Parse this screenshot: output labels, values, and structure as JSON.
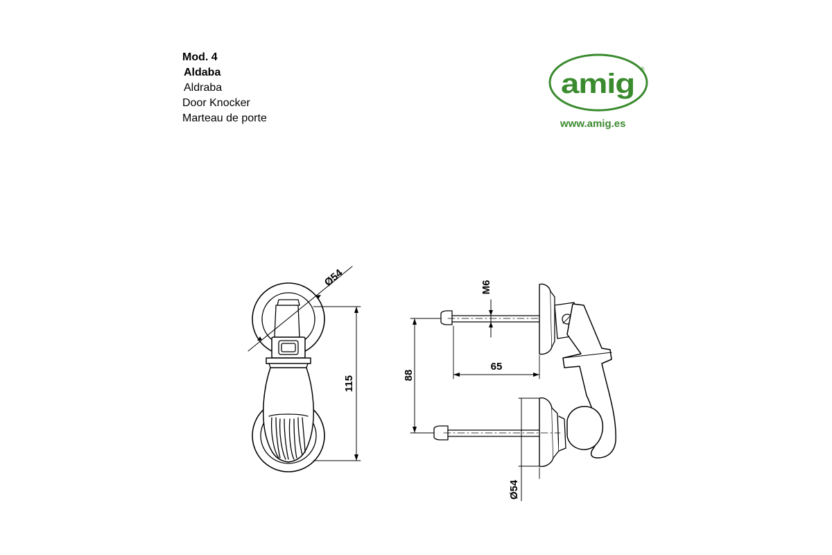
{
  "title": {
    "model": "Mod. 4",
    "name": "Aldaba",
    "translations": [
      "Aldraba",
      "Door Knocker",
      "Marteau de porte"
    ]
  },
  "brand": {
    "logo_text": "amig",
    "registered": "®",
    "website": "www.amig.es",
    "color": "#3a8a2e"
  },
  "dimensions": {
    "front_diameter": "Ø54",
    "front_height": "115",
    "thread": "M6",
    "bolt_length": "65",
    "spacing": "88",
    "side_diameter": "Ø54"
  }
}
